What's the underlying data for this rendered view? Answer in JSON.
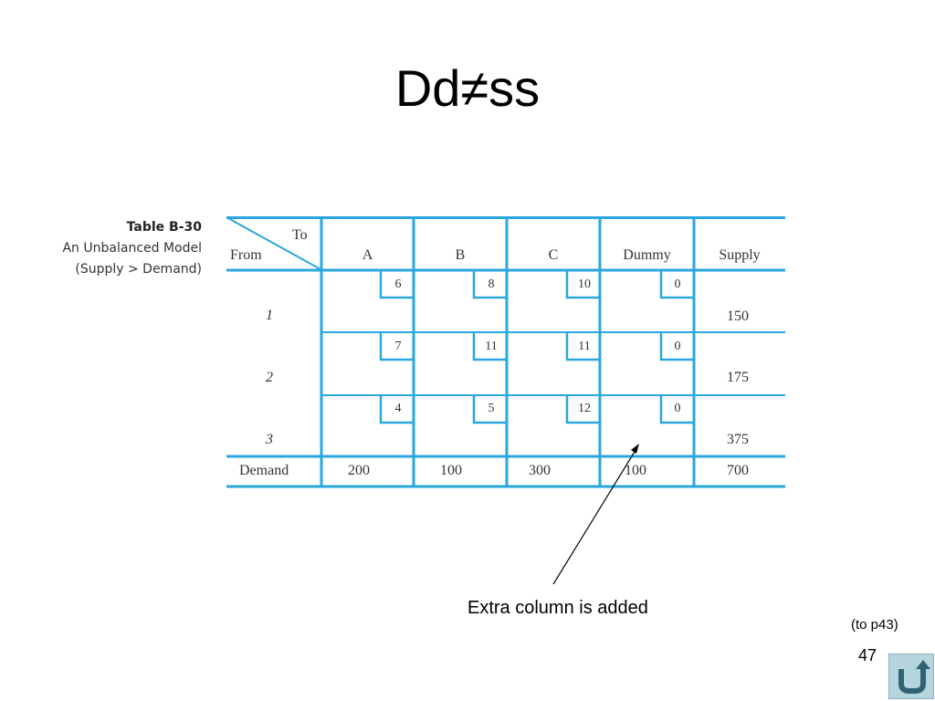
{
  "slide": {
    "title": "Dd≠ss",
    "note": "Extra column is added",
    "reference": "(to p43)",
    "page_number": "47"
  },
  "caption": {
    "title": "Table B-30",
    "line1": "An Unbalanced Model",
    "line2": "(Supply > Demand)"
  },
  "table": {
    "corner_to": "To",
    "corner_from": "From",
    "columns": [
      "A",
      "B",
      "C",
      "Dummy"
    ],
    "supply_header": "Supply",
    "rows": [
      {
        "label": "1",
        "costs": [
          "6",
          "8",
          "10",
          "0"
        ],
        "supply": "150"
      },
      {
        "label": "2",
        "costs": [
          "7",
          "11",
          "11",
          "0"
        ],
        "supply": "175"
      },
      {
        "label": "3",
        "costs": [
          "4",
          "5",
          "12",
          "0"
        ],
        "supply": "375"
      }
    ],
    "demand_label": "Demand",
    "demand": [
      "200",
      "100",
      "300",
      "100"
    ],
    "total": "700"
  },
  "colors": {
    "grid": "#2aa7df",
    "text": "#333333"
  },
  "icons": {
    "return": "return-u-turn-icon"
  }
}
